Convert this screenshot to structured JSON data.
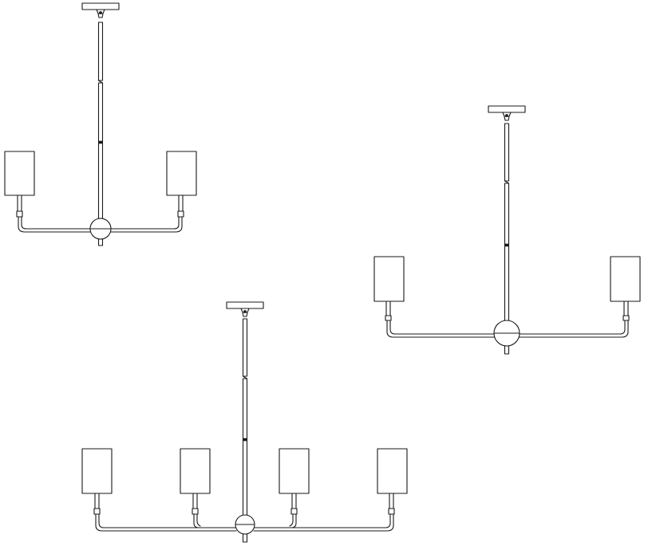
{
  "colors": {
    "line": "#1a1a1a",
    "background": "#ffffff"
  },
  "fixtures": [
    {
      "id": "fixture-two-light-small",
      "shade_count": 2
    },
    {
      "id": "fixture-two-light-large",
      "shade_count": 2
    },
    {
      "id": "fixture-four-light-linear",
      "shade_count": 4
    }
  ]
}
